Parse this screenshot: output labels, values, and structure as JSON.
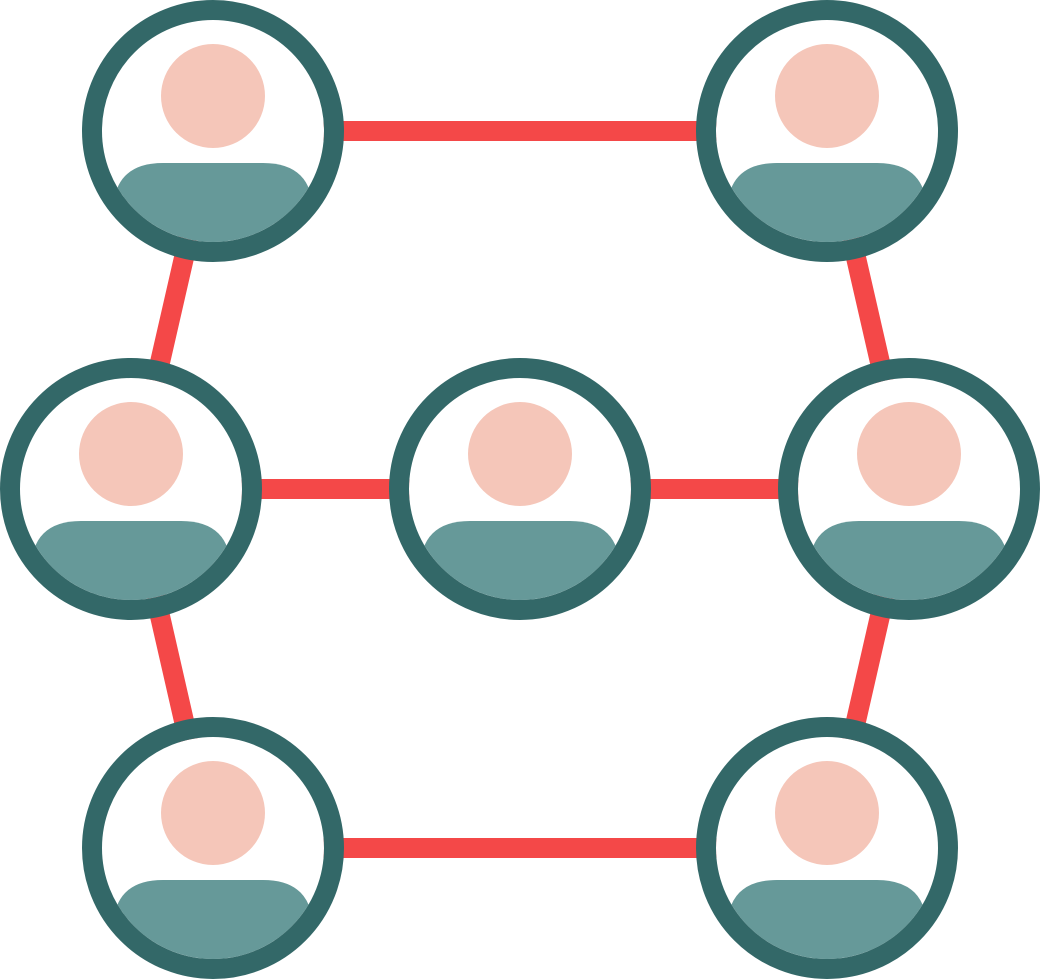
{
  "diagram": {
    "type": "network-graph",
    "node_icon": "user-avatar-icon",
    "node_count": 7,
    "nodes": [
      {
        "id": "top-left"
      },
      {
        "id": "top-right"
      },
      {
        "id": "middle-left"
      },
      {
        "id": "center"
      },
      {
        "id": "middle-right"
      },
      {
        "id": "bottom-left"
      },
      {
        "id": "bottom-right"
      }
    ],
    "edges": [
      {
        "from": "top-left",
        "to": "top-right"
      },
      {
        "from": "top-left",
        "to": "middle-left"
      },
      {
        "from": "top-right",
        "to": "middle-right"
      },
      {
        "from": "middle-left",
        "to": "center"
      },
      {
        "from": "center",
        "to": "middle-right"
      },
      {
        "from": "middle-left",
        "to": "bottom-left"
      },
      {
        "from": "middle-right",
        "to": "bottom-right"
      },
      {
        "from": "bottom-left",
        "to": "bottom-right"
      }
    ]
  },
  "colors": {
    "background": "#ffffff",
    "edge": "#f44848",
    "ring": "#336868",
    "avatar_head": "#f5c6b9",
    "avatar_body": "#669999",
    "node_fill": "#ffffff"
  }
}
